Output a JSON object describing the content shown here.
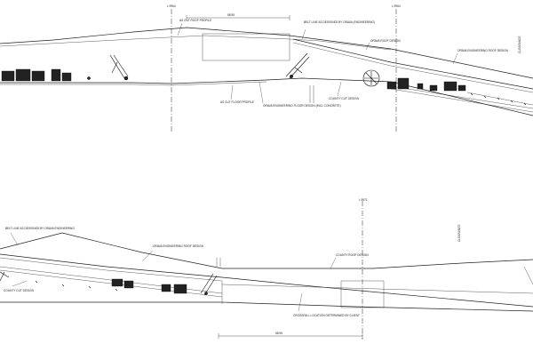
{
  "labels": {
    "top_section": "L 9964",
    "top_section_b": "L 9964",
    "top_dim": "58.95",
    "top_roof_profile": "AS CUT ROOF PROFILE",
    "top_belt_line": "BELT LINE AS DESIGNED BY ORAVA (ENGINEERING)",
    "top_orava_roof": "ORAVA ROOF DESIGN",
    "top_orava_eng_roof": "ORAVA ENGINEERING ROOF DESIGN",
    "top_floor_profile": "AS CUT FLOOR PROFILE",
    "top_orava_floor": "ORAVA ENGINEERING FLOOR DESIGN (INCL CONCRETE)",
    "top_cut_floor": "COUNTY CUT DESIGN",
    "top_vertical_1": "CLEARANCE",
    "bot_section": "L 9971",
    "bot_belt_line": "BELT LINE AS DESIGNED BY ORAVA ENGINEERING",
    "bot_orava_eng_roof": "ORAVA ENGINEERING ROOF DESIGN",
    "bot_cut_design": "COUNTY CUT DESIGN",
    "bot_roof_design": "COUNTY ROOF DESIGN",
    "bot_cross_ref": "CROSSFALL LOCATION DETERMINED BY CLIENT",
    "bot_dim": "58.95",
    "bot_vertical": "CLEARANCE"
  }
}
